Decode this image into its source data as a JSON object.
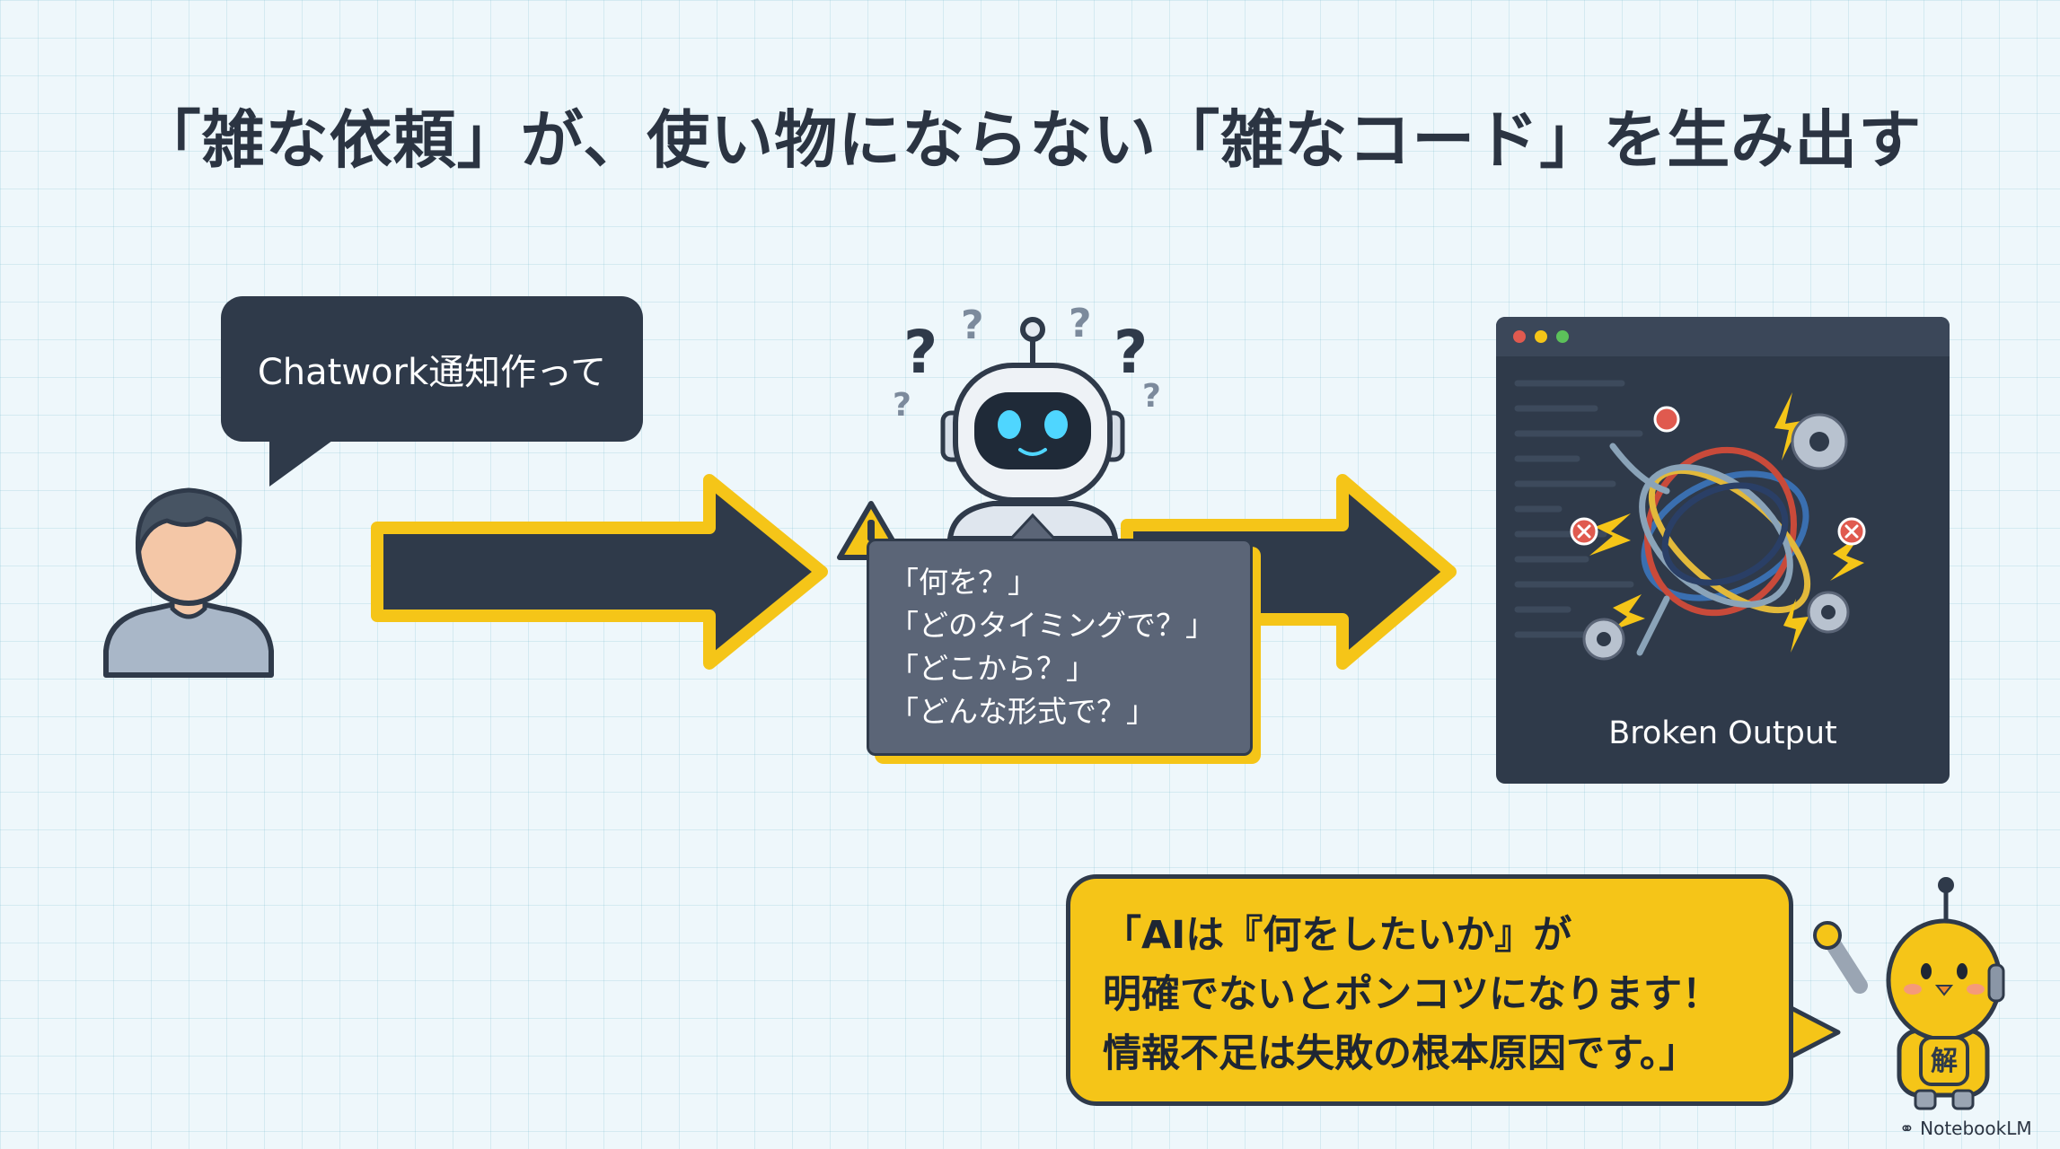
{
  "title": "「雑な依頼」が、使い物にならない「雑なコード」を生み出す",
  "user_request": "Chatwork通知作って",
  "ai_questions": [
    "「何を？」",
    "「どのタイミングで？」",
    "「どこから？」",
    "「どんな形式で？」"
  ],
  "output_label": "Broken Output",
  "quote_lines": [
    "「AIは『何をしたいか』が",
    "明確でないとポンコツになります！",
    "情報不足は失敗の根本原因です。」"
  ],
  "mascot_badge": "解",
  "brand": "NotebookLM",
  "colors": {
    "navy": "#2f3a4a",
    "yellow": "#f5c518",
    "slate": "#5b6577",
    "background": "#eef7fb"
  }
}
